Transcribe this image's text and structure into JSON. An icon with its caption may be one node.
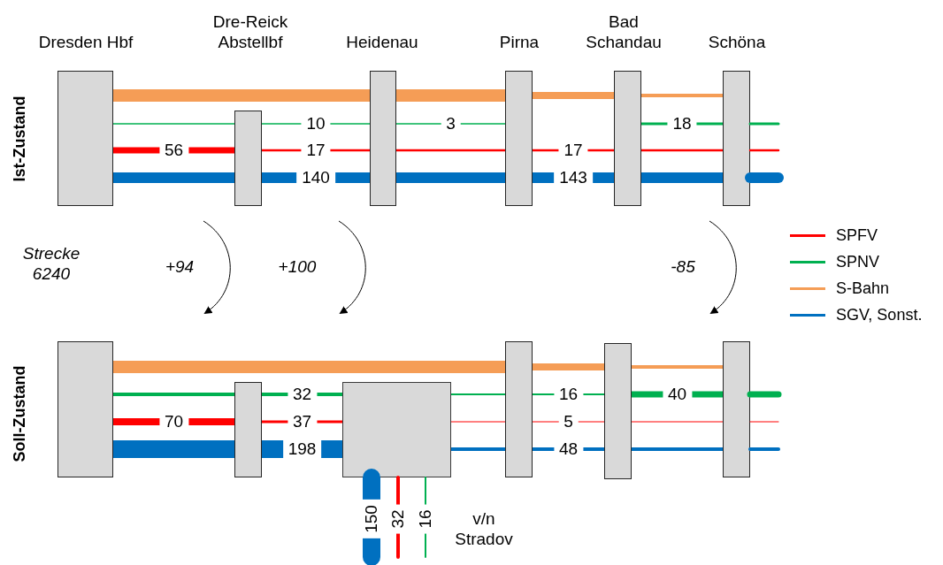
{
  "diagram": {
    "nodes": [
      {
        "text": [],
        "shape": "bar",
        "beside": [
          "Dresden Hbf"
        ]
      },
      {
        "text": [],
        "shape": "bar",
        "beside": [
          "Dre-Reick Abstellbf"
        ]
      },
      {
        "text": [],
        "shape": "bar",
        "beside": [
          "Heidenau"
        ]
      },
      {
        "text": [],
        "shape": "bar",
        "beside": [
          "Pirna"
        ]
      },
      {
        "text": [],
        "shape": "bar",
        "beside": [
          "Bad Schandau"
        ]
      },
      {
        "text": [],
        "shape": "bar",
        "beside": [
          "Schöna"
        ]
      },
      {
        "text": [],
        "shape": "bar"
      },
      {
        "text": [],
        "shape": "bar"
      },
      {
        "text": [],
        "shape": "box"
      },
      {
        "text": [],
        "shape": "bar"
      },
      {
        "text": [],
        "shape": "bar"
      },
      {
        "text": [],
        "shape": "bar"
      }
    ],
    "edges": [
      {
        "from": 0,
        "to": 2,
        "arrow": "none",
        "style": "thick",
        "color": "#f59d56"
      },
      {
        "from": 2,
        "to": 3,
        "arrow": "none",
        "style": "thick",
        "color": "#f59d56"
      },
      {
        "from": 3,
        "to": 4,
        "arrow": "none",
        "style": "thick",
        "color": "#f59d56"
      },
      {
        "from": 4,
        "to": 5,
        "arrow": "none",
        "color": "#f59d56"
      },
      {
        "from": 0,
        "to": 1,
        "arrow": "none",
        "color": "#00b050"
      },
      {
        "from": 1,
        "to": 2,
        "arrow": "none",
        "color": "#00b050",
        "label": "10"
      },
      {
        "from": 2,
        "to": 3,
        "arrow": "none",
        "color": "#00b050",
        "label": "3"
      },
      {
        "from": 4,
        "to": 5,
        "arrow": "none",
        "color": "#00b050",
        "label": "18"
      },
      {
        "from": 5,
        "to": null,
        "arrow": "none",
        "color": "#00b050"
      },
      {
        "from": 0,
        "to": 1,
        "arrow": "none",
        "color": "#ff0000",
        "label": "56"
      },
      {
        "from": 1,
        "to": 2,
        "arrow": "none",
        "color": "#ff0000",
        "label": "17"
      },
      {
        "from": 2,
        "to": 3,
        "arrow": "none",
        "color": "#ff0000"
      },
      {
        "from": 3,
        "to": 4,
        "arrow": "none",
        "color": "#ff0000",
        "label": "17"
      },
      {
        "from": 4,
        "to": 5,
        "arrow": "none",
        "color": "#ff0000"
      },
      {
        "from": 5,
        "to": null,
        "arrow": "none",
        "color": "#ff0000"
      },
      {
        "from": 0,
        "to": 1,
        "arrow": "none",
        "style": "thick",
        "color": "#0070c0"
      },
      {
        "from": 1,
        "to": 2,
        "arrow": "none",
        "style": "thick",
        "color": "#0070c0",
        "label": "140"
      },
      {
        "from": 2,
        "to": 3,
        "arrow": "none",
        "style": "thick",
        "color": "#0070c0"
      },
      {
        "from": 3,
        "to": 4,
        "arrow": "none",
        "style": "thick",
        "color": "#0070c0",
        "label": "143"
      },
      {
        "from": 4,
        "to": 5,
        "arrow": "none",
        "style": "thick",
        "color": "#0070c0"
      },
      {
        "from": 5,
        "to": null,
        "arrow": "none",
        "style": "thick",
        "color": "#0070c0"
      },
      {
        "from": 6,
        "to": 9,
        "arrow": "none",
        "style": "thick",
        "color": "#f59d56"
      },
      {
        "from": 9,
        "to": 10,
        "arrow": "none",
        "style": "thick",
        "color": "#f59d56"
      },
      {
        "from": 10,
        "to": 11,
        "arrow": "none",
        "color": "#f59d56"
      },
      {
        "from": 6,
        "to": 7,
        "arrow": "none",
        "color": "#00b050"
      },
      {
        "from": 7,
        "to": 8,
        "arrow": "none",
        "color": "#00b050",
        "label": "32"
      },
      {
        "from": 8,
        "to": 9,
        "arrow": "none",
        "color": "#00b050"
      },
      {
        "from": 9,
        "to": 10,
        "arrow": "none",
        "color": "#00b050",
        "label": "16"
      },
      {
        "from": 10,
        "to": 11,
        "arrow": "none",
        "color": "#00b050",
        "label": "40"
      },
      {
        "from": 11,
        "to": null,
        "arrow": "none",
        "color": "#00b050"
      },
      {
        "from": 6,
        "to": 7,
        "arrow": "none",
        "style": "thick",
        "color": "#ff0000",
        "label": "70"
      },
      {
        "from": 7,
        "to": 8,
        "arrow": "none",
        "color": "#ff0000",
        "label": "37"
      },
      {
        "from": 8,
        "to": 9,
        "arrow": "none",
        "color": "#ff0000"
      },
      {
        "from": 9,
        "to": 10,
        "arrow": "none",
        "color": "#ff0000",
        "label": "5"
      },
      {
        "from": 10,
        "to": 11,
        "arrow": "none",
        "color": "#ff0000"
      },
      {
        "from": 11,
        "to": null,
        "arrow": "none",
        "color": "#ff0000"
      },
      {
        "from": 6,
        "to": 7,
        "arrow": "none",
        "style": "thick",
        "color": "#0070c0"
      },
      {
        "from": 7,
        "to": 8,
        "arrow": "none",
        "style": "thick",
        "color": "#0070c0",
        "label": "198"
      },
      {
        "from": 8,
        "to": 9,
        "arrow": "none",
        "color": "#0070c0"
      },
      {
        "from": 9,
        "to": 10,
        "arrow": "none",
        "color": "#0070c0",
        "label": "48"
      },
      {
        "from": 10,
        "to": 11,
        "arrow": "none",
        "color": "#0070c0"
      },
      {
        "from": 11,
        "to": null,
        "arrow": "none",
        "color": "#0070c0"
      },
      {
        "from": 8,
        "to": null,
        "arrow": "none",
        "style": "thick",
        "color": "#0070c0",
        "label": "150"
      },
      {
        "from": 8,
        "to": null,
        "arrow": "none",
        "color": "#ff0000",
        "label": "32"
      },
      {
        "from": 8,
        "to": null,
        "arrow": "none",
        "color": "#00b050",
        "label": "16"
      }
    ],
    "labels": [
      "Ist-Zustand",
      "Strecke 6240",
      "+94",
      "+100",
      "-85",
      "Soll-Zustand",
      "v/n Stradov"
    ],
    "legend": [
      {
        "text": "SPFV",
        "color": "#ff0000"
      },
      {
        "text": "SPNV",
        "color": "#00b050"
      },
      {
        "text": "S-Bahn",
        "color": "#f59d56"
      },
      {
        "text": "SGV, Sonst.",
        "color": "#0070c0"
      }
    ]
  }
}
